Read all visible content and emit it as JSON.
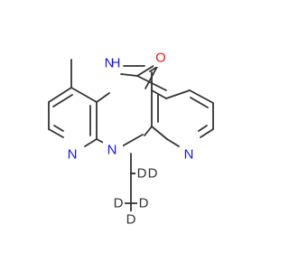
{
  "molecule": {
    "atoms": {
      "nh": "H",
      "n_amide": "N",
      "o": "O",
      "n_center": "N",
      "n_left_ring": "N",
      "n_right_ring": "N",
      "d1": "D",
      "d2": "D",
      "d3": "D",
      "d4": "D",
      "d5": "D"
    },
    "colors": {
      "nitrogen": "#1818e6",
      "oxygen": "#e61818",
      "carbon_bond": "#333333"
    }
  }
}
